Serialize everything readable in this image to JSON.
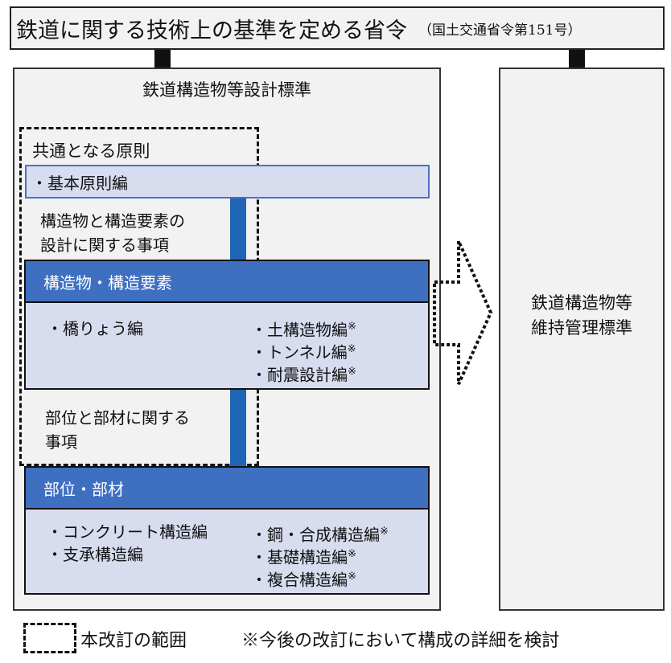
{
  "header": {
    "title": "鉄道に関する技術上の基準を定める省令",
    "subtitle": "（国土交通省令第151号）"
  },
  "left_panel": {
    "title": "鉄道構造物等設計標準",
    "common_label": "共通となる原則",
    "basic_item": "・基本原則編",
    "label_structures": [
      "構造物と構造要素の",
      "設計に関する事項"
    ],
    "section1": {
      "header": "構造物・構造要素",
      "col1": [
        "・橋りょう編"
      ],
      "col2": [
        "・土構造物編",
        "・トンネル編",
        "・耐震設計編"
      ]
    },
    "label_members": [
      "部位と部材に関する",
      "事項"
    ],
    "section2": {
      "header": "部位・部材",
      "col1": [
        "・コンクリート構造編",
        "・支承構造編"
      ],
      "col2": [
        "・鋼・合成構造編",
        "・基礎構造編",
        "・複合構造編"
      ]
    },
    "note_mark": "※"
  },
  "right_panel": {
    "title_lines": [
      "鉄道構造物等",
      "維持管理標準"
    ]
  },
  "legend": {
    "scope_text": "本改訂の範囲",
    "note_text": "※今後の改訂において構成の詳細を検討"
  },
  "colors": {
    "section_header": "#3e6fc1",
    "section_body": "#d7dcee",
    "connector_bar": "#1e66b5",
    "panel_bg": "#f2f2f2"
  }
}
